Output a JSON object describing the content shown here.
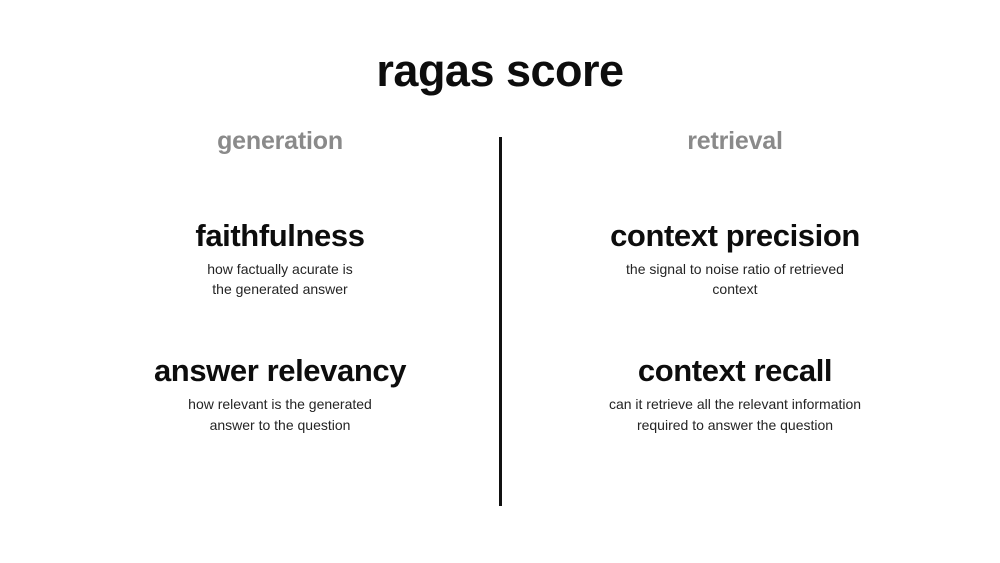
{
  "slide": {
    "title": "ragas score",
    "background_color": "#ffffff",
    "divider_color": "#111111",
    "header_color": "#8a8a8a",
    "text_color": "#0d0d0d"
  },
  "columns": [
    {
      "id": "generation",
      "header": "generation",
      "metrics": [
        {
          "name": "faithfulness",
          "description_lines": [
            "how factually acurate is",
            "the generated answer"
          ]
        },
        {
          "name": "answer relevancy",
          "description_lines": [
            "how relevant is the generated",
            "answer to the question"
          ]
        }
      ]
    },
    {
      "id": "retrieval",
      "header": "retrieval",
      "metrics": [
        {
          "name": "context precision",
          "description_lines": [
            "the signal to noise ratio of retrieved",
            "context"
          ]
        },
        {
          "name": "context recall",
          "description_lines": [
            "can it retrieve all the relevant information",
            "required to answer the question"
          ]
        }
      ]
    }
  ]
}
